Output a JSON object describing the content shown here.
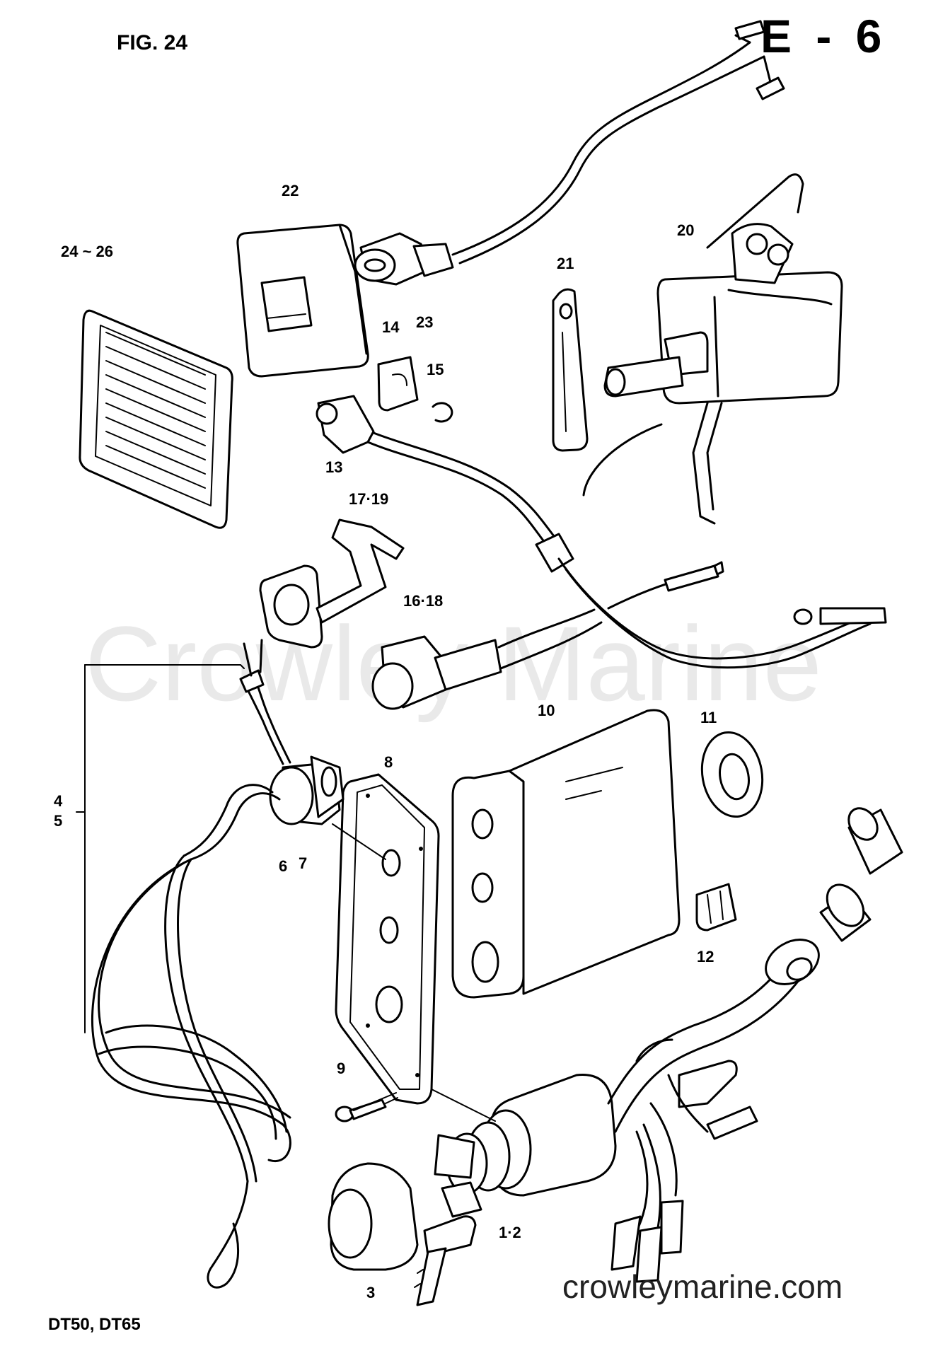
{
  "figure": {
    "label": "FIG. 24",
    "section_code": "E - 6",
    "models": "DT50, DT65"
  },
  "watermark": {
    "text": "Crowley Marine",
    "site": "crowleymarine.com"
  },
  "callouts": [
    {
      "id": "c-22",
      "text": "22"
    },
    {
      "id": "c-23",
      "text": "23"
    },
    {
      "id": "c-24-26",
      "text": "24 ~ 26"
    },
    {
      "id": "c-20",
      "text": "20"
    },
    {
      "id": "c-21",
      "text": "21"
    },
    {
      "id": "c-14",
      "text": "14"
    },
    {
      "id": "c-15",
      "text": "15"
    },
    {
      "id": "c-13",
      "text": "13"
    },
    {
      "id": "c-17-19",
      "text": "17·19"
    },
    {
      "id": "c-16-18",
      "text": "16·18"
    },
    {
      "id": "c-10",
      "text": "10"
    },
    {
      "id": "c-11",
      "text": "11"
    },
    {
      "id": "c-8",
      "text": "8"
    },
    {
      "id": "c-4",
      "text": "4"
    },
    {
      "id": "c-5",
      "text": "5"
    },
    {
      "id": "c-6",
      "text": "6"
    },
    {
      "id": "c-7",
      "text": "7"
    },
    {
      "id": "c-12",
      "text": "12"
    },
    {
      "id": "c-9",
      "text": "9"
    },
    {
      "id": "c-1-2",
      "text": "1·2"
    },
    {
      "id": "c-3",
      "text": "3"
    }
  ]
}
